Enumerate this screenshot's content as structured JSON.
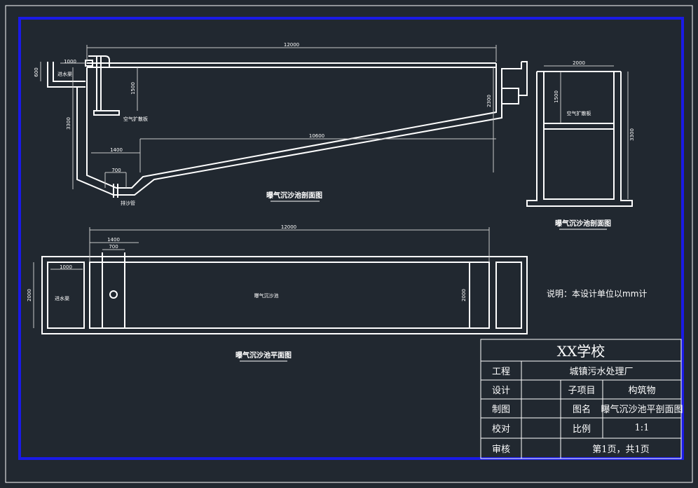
{
  "colors": {
    "background": "#212830",
    "frame_blue": "#1a1ae6",
    "line_white": "#ffffff",
    "dim_grey": "#c8c8c8"
  },
  "section_view": {
    "title": "曝气沉沙池剖面图",
    "dim_total_length": "12000",
    "dim_inlet_width": "1000",
    "dim_inlet_height": "600",
    "dim_water_depth": "1500",
    "dim_tank_depth": "3300",
    "dim_outlet_depth": "2300",
    "dim_slope_length": "10600",
    "dim_hopper_top": "1400",
    "dim_hopper_bottom": "700",
    "label_inlet": "进水渠",
    "label_aerator": "空气扩散板",
    "label_sand_pipe": "排沙管"
  },
  "cross_section_view": {
    "title": "曝气沉沙池剖面图",
    "dim_width": "2000",
    "dim_water_depth": "1500",
    "dim_height": "3300",
    "label_aerator": "空气扩散板"
  },
  "plan_view": {
    "title": "曝气沉沙池平面图",
    "dim_total_length": "12000",
    "dim_hopper": "1400",
    "dim_pipe": "700",
    "dim_inlet_width": "1000",
    "dim_width_left": "2000",
    "dim_width_right": "2000",
    "label_inlet": "进水渠",
    "label_center": "曝气沉沙池"
  },
  "note": "说明：本设计单位以mm计",
  "title_block": {
    "school": "XX学校",
    "row1_label": "工程",
    "row1_value": "城镇污水处理厂",
    "row2_label": "设计",
    "row2_mid_label": "子项目",
    "row2_value": "构筑物",
    "row3_label": "制图",
    "row3_mid_label": "图名",
    "row3_value": "曝气沉沙池平剖面图",
    "row4_label": "校对",
    "row4_mid_label": "比例",
    "row4_value": "1:1",
    "row5_label": "审核",
    "row5_value": "第1页，共1页"
  }
}
